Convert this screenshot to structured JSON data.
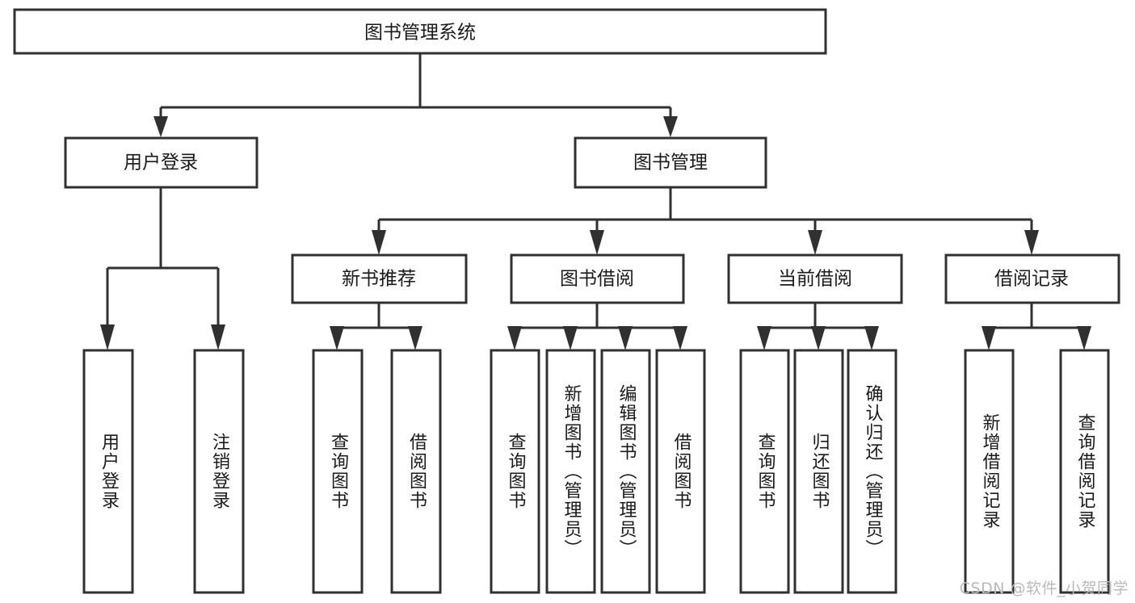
{
  "diagram": {
    "type": "tree-hierarchy",
    "title": "图书管理系统",
    "watermark": "CSDN @软件_小贺同学",
    "colors": {
      "stroke": "#303030",
      "fill": "#ffffff",
      "text": "#1a1a1a",
      "watermark": "#b9b9b9",
      "background": "#ffffff"
    },
    "root": {
      "label": "图书管理系统"
    },
    "level2": [
      {
        "label": "用户登录"
      },
      {
        "label": "图书管理"
      }
    ],
    "level3": [
      {
        "label": "新书推荐"
      },
      {
        "label": "图书借阅"
      },
      {
        "label": "当前借阅"
      },
      {
        "label": "借阅记录"
      }
    ],
    "leaves": {
      "user_login": [
        {
          "label": "用户登录"
        },
        {
          "label": "注销登录"
        }
      ],
      "new_book_recommend": [
        {
          "label": "查询图书"
        },
        {
          "label": "借阅图书"
        }
      ],
      "book_borrow": [
        {
          "label": "查询图书"
        },
        {
          "label": "新增图书（管理员）"
        },
        {
          "label": "编辑图书（管理员）"
        },
        {
          "label": "借阅图书"
        }
      ],
      "current_borrow": [
        {
          "label": "查询图书"
        },
        {
          "label": "归还图书"
        },
        {
          "label": "确认归还（管理员）"
        }
      ],
      "borrow_record": [
        {
          "label": "新增借阅记录"
        },
        {
          "label": "查询借阅记录"
        }
      ]
    }
  }
}
